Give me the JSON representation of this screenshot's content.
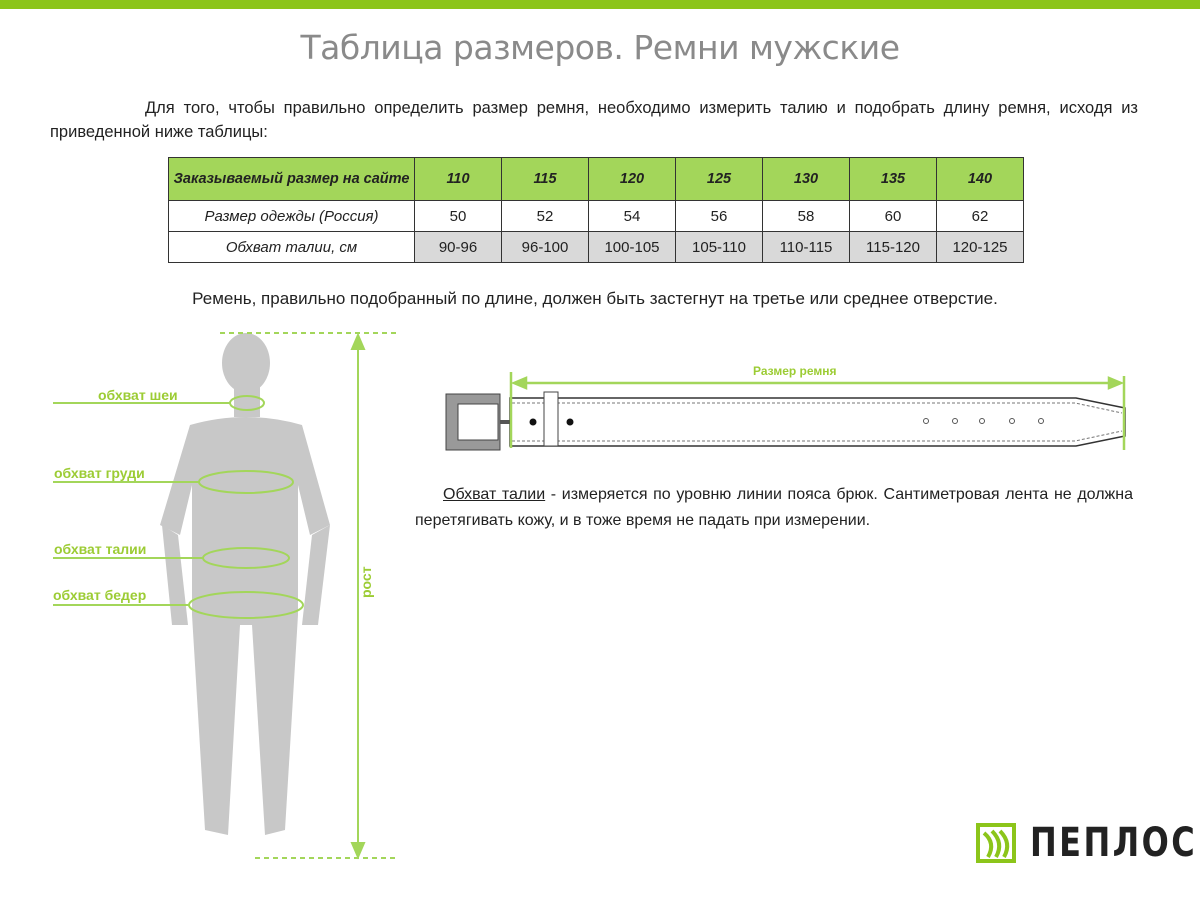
{
  "title": "Таблица размеров. Ремни мужские",
  "intro": "Для того, чтобы правильно определить размер ремня, необходимо измерить талию и подобрать длину ремня, исходя из приведенной ниже таблицы:",
  "table": {
    "header": {
      "label": "Заказываемый размер на сайте",
      "values": [
        "110",
        "115",
        "120",
        "125",
        "130",
        "135",
        "140"
      ]
    },
    "rows": [
      {
        "label": "Размер одежды (Россия)",
        "values": [
          "50",
          "52",
          "54",
          "56",
          "58",
          "60",
          "62"
        ]
      },
      {
        "label": "Обхват талии, см",
        "values": [
          "90-96",
          "96-100",
          "100-105",
          "105-110",
          "110-115",
          "115-120",
          "120-125"
        ]
      }
    ]
  },
  "note": "Ремень, правильно подобранный по длине, должен быть застегнут на третье или среднее отверстие.",
  "belt_label": "Размер ремня",
  "figure": {
    "neck": "обхват шеи",
    "chest": "обхват груди",
    "waist": "обхват талии",
    "hips": "обхват бедер",
    "height": "рост"
  },
  "desc": {
    "term": "Обхват талии",
    "text": " -   измеряется по уровню линии пояса брюк. Сантиметровая лента не должна перетягивать кожу, и в тоже время не падать при измерении."
  },
  "logo": "ПЕПЛОС",
  "colors": {
    "accent": "#8cc51a",
    "header": "#a3d65a",
    "shade": "#d9d9d9"
  }
}
